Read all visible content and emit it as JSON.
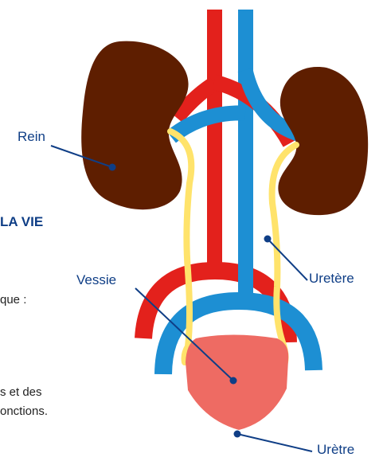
{
  "colors": {
    "kidney": "#5e1e00",
    "artery": "#e3211c",
    "vein": "#1d8fd3",
    "ureter": "#ffe36b",
    "bladder": "#ee6b63",
    "label_text": "#0f3e86",
    "leader": "#0f3e86"
  },
  "labels": {
    "rein": "Rein",
    "uretere": "Uretère",
    "vessie": "Vessie",
    "uretre": "Urètre"
  },
  "cropped_text": {
    "heading": "LA VIE",
    "line_1": "que :",
    "line_2": "s et des",
    "line_3": "onctions."
  },
  "icons": {
    "left_kidney": "kidney-shape",
    "right_kidney": "kidney-shape",
    "bladder": "bladder-shape"
  }
}
